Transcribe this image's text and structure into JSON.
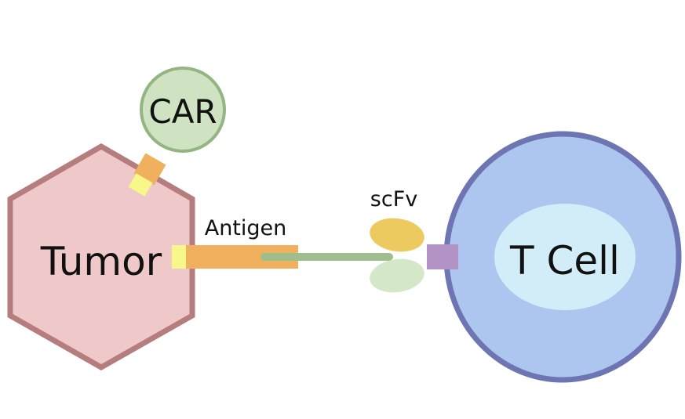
{
  "labels": {
    "car": "CAR",
    "tumor": "Tumor",
    "antigen": "Antigen",
    "scfv": "scFv",
    "tcell": "T Cell"
  },
  "colors": {
    "background": "#ffffff",
    "tumor_fill": "#efc8c9",
    "tumor_stroke": "#b57d7d",
    "car_fill": "#cfe3c3",
    "car_stroke": "#93b581",
    "tcell_fill": "#adc6ef",
    "tcell_stroke": "#6d75b2",
    "nucleus_fill": "#d2edf7",
    "antigen_bar": "#f1b05d",
    "antigen_tip": "#f7f78a",
    "linker": "#9fbe8f",
    "scfv_top": "#edca60",
    "scfv_bottom": "#d4e8c9",
    "tcell_anchor": "#b392c5"
  }
}
